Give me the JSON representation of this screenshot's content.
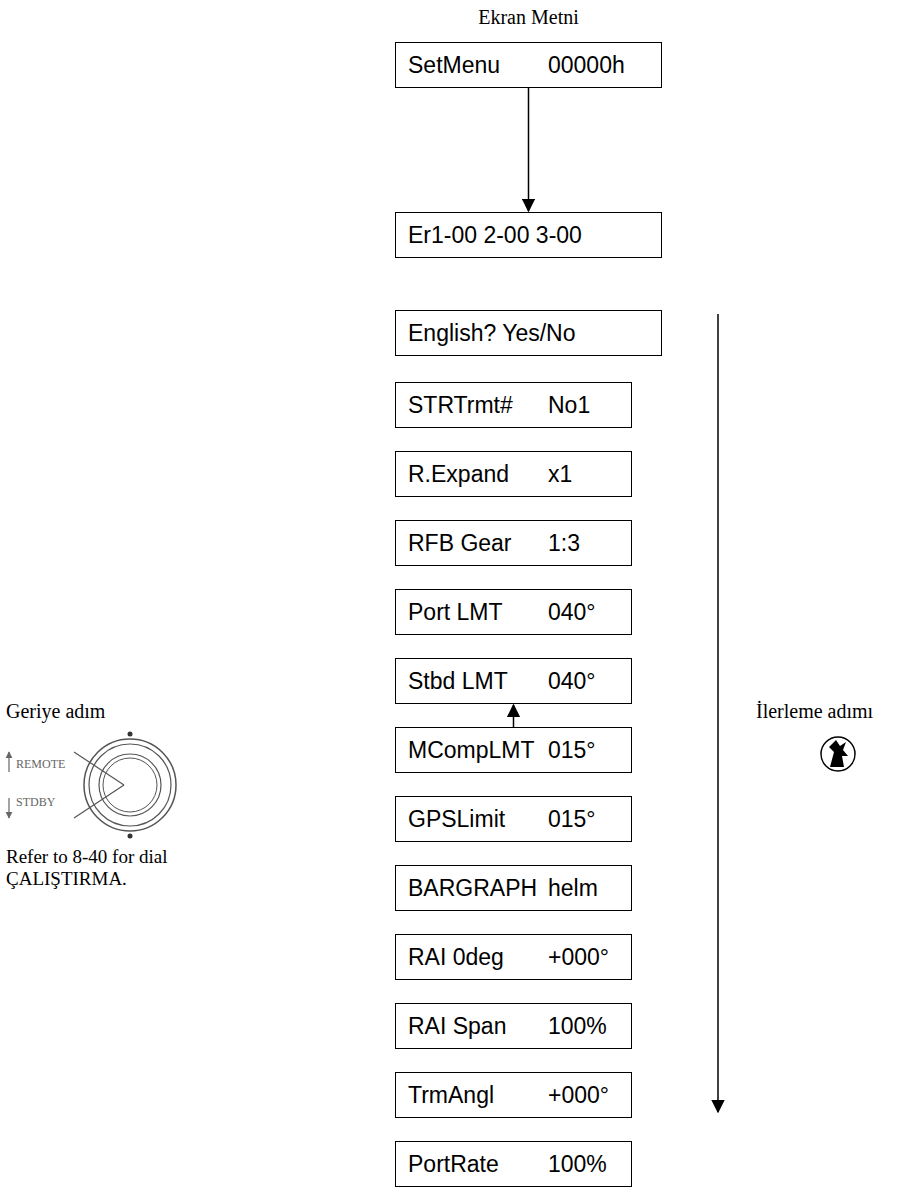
{
  "diagram": {
    "title": "Ekran Metni",
    "nodes": [
      {
        "text": [
          "SetMenu",
          "00000h"
        ]
      },
      {
        "text": [
          "Er1-00 2-00 3-00"
        ]
      },
      {
        "text": [
          "English? Yes/No"
        ]
      },
      {
        "text": [
          "STRTrmt#",
          "No1"
        ]
      },
      {
        "text": [
          "R.Expand",
          "x1"
        ]
      },
      {
        "text": [
          "RFB Gear",
          "1:3"
        ]
      },
      {
        "text": [
          "Port LMT",
          "040°"
        ]
      },
      {
        "text": [
          "Stbd LMT",
          "040°"
        ]
      },
      {
        "text": [
          "MCompLMT",
          "015°"
        ]
      },
      {
        "text": [
          "GPSLimit",
          "015°"
        ]
      },
      {
        "text": [
          "BARGRAPH",
          "helm"
        ]
      },
      {
        "text": [
          "RAI 0deg",
          "+000°"
        ]
      },
      {
        "text": [
          "RAI Span",
          "100%"
        ]
      },
      {
        "text": [
          "TrmAngl",
          "+000°"
        ]
      },
      {
        "text": [
          "PortRate",
          "100%"
        ]
      }
    ],
    "edges": [
      {
        "from": 0,
        "to": 1,
        "arrow": "to"
      },
      {
        "from": 8,
        "to": 7,
        "arrow": "to"
      }
    ],
    "labels": [
      "Geriye adım",
      "REMOTE",
      "STDBY",
      "Refer to 8-40 for dial ÇALIŞTIRMA.",
      "İlerleme adımı"
    ]
  }
}
